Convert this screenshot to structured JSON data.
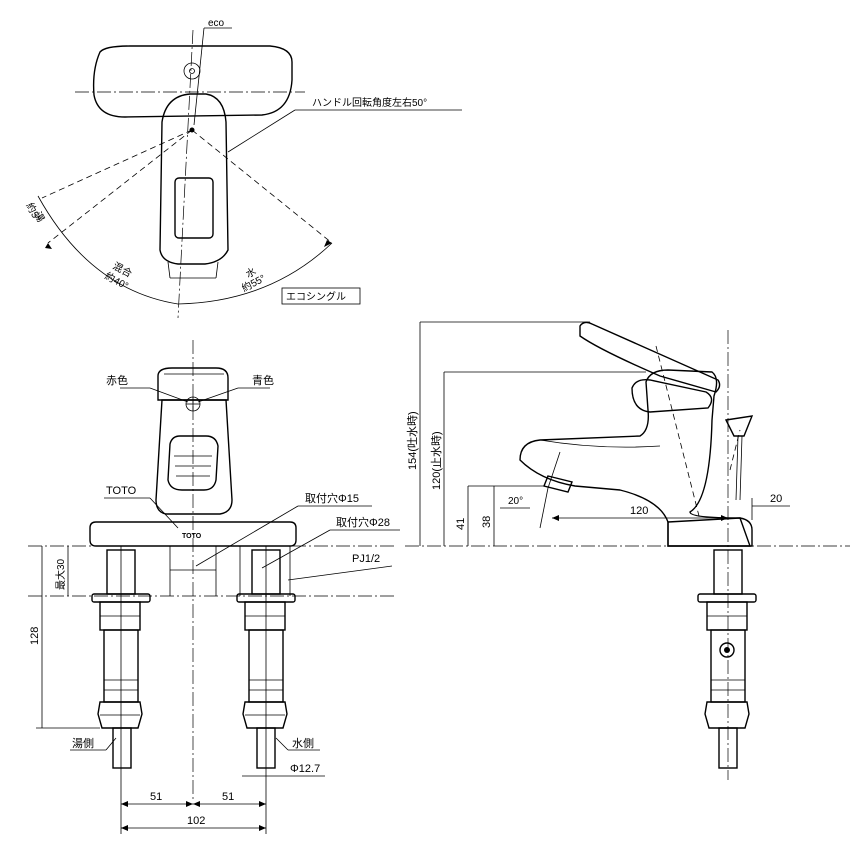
{
  "labels": {
    "eco": "eco",
    "handle_rotation": "ハンドル回転角度左右50°",
    "hot_angle_name": "湯",
    "hot_angle": "約5°",
    "mix_angle_name": "混合",
    "mix_angle": "約40°",
    "cold_angle_name": "水",
    "cold_angle": "約55°",
    "eco_single": "エコシングル",
    "red": "赤色",
    "blue": "青色",
    "toto_label": "TOTO",
    "brand_mark": "TOTO",
    "hole_15": "取付穴Φ15",
    "hole_28": "取付穴Φ28",
    "pj": "PJ1/2",
    "max30": "最大30",
    "dim_128": "128",
    "hot_side": "湯側",
    "cold_side": "水側",
    "pipe_dia": "Φ12.7",
    "dim_51a": "51",
    "dim_51b": "51",
    "dim_102": "102",
    "dim_154": "154(吐水時)",
    "dim_120v": "120(止水時)",
    "dim_41": "41",
    "dim_38": "38",
    "dim_20deg": "20°",
    "dim_120h": "120",
    "dim_20": "20"
  }
}
